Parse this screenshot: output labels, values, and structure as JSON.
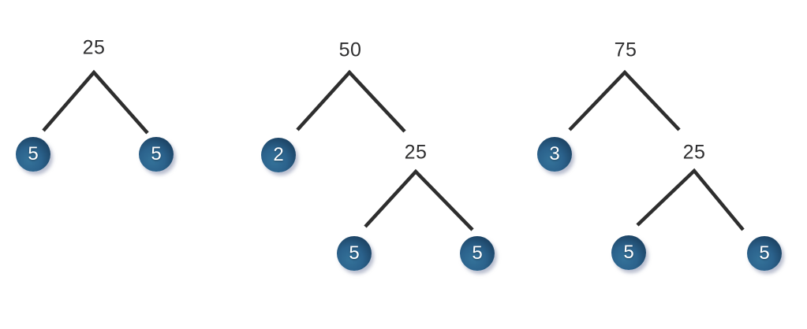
{
  "diagram": {
    "type": "factor-trees",
    "line_color": "#2e2e2e",
    "label_color": "#2f2f30",
    "circle_color_dark": "#173a5b",
    "circle_color_light": "#347299",
    "circle_text_color": "#ffffff"
  },
  "trees": [
    {
      "root": {
        "label": "25"
      },
      "children": [
        {
          "label": "5",
          "type": "prime"
        },
        {
          "label": "5",
          "type": "prime"
        }
      ]
    },
    {
      "root": {
        "label": "50"
      },
      "children": [
        {
          "label": "2",
          "type": "prime"
        },
        {
          "label": "25",
          "type": "composite",
          "children": [
            {
              "label": "5",
              "type": "prime"
            },
            {
              "label": "5",
              "type": "prime"
            }
          ]
        }
      ]
    },
    {
      "root": {
        "label": "75"
      },
      "children": [
        {
          "label": "3",
          "type": "prime"
        },
        {
          "label": "25",
          "type": "composite",
          "children": [
            {
              "label": "5",
              "type": "prime"
            },
            {
              "label": "5",
              "type": "prime"
            }
          ]
        }
      ]
    }
  ]
}
